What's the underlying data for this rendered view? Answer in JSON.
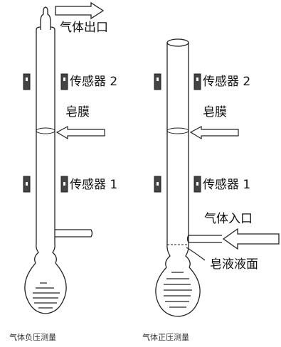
{
  "left_apparatus": {
    "gas_outlet_label": "气体出口",
    "sensor_2_label": "传感器 2",
    "soap_film_label": "皂膜",
    "sensor_1_label": "传感器 1",
    "caption": "气体负压测量"
  },
  "right_apparatus": {
    "sensor_2_label": "传感器 2",
    "soap_film_label": "皂膜",
    "sensor_1_label": "传感器 1",
    "gas_inlet_label": "气体入口",
    "soap_liquid_level_label": "皂液液面",
    "caption": "气体正压测量"
  }
}
